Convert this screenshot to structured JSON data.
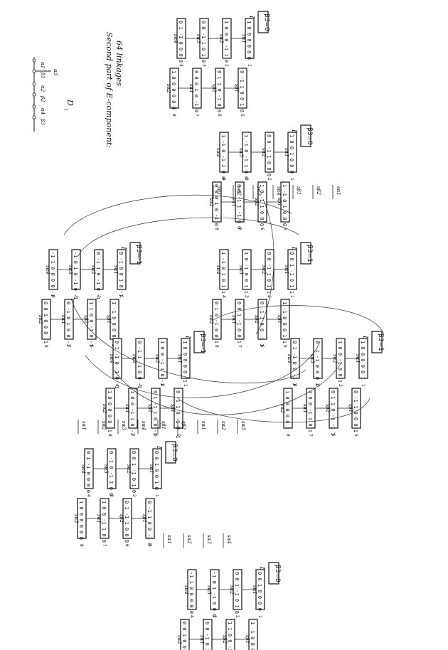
{
  "caption": {
    "line1": "Second part of E-component:",
    "line2": "64 linkages"
  },
  "dynkin": {
    "title": "D",
    "sub": "7",
    "labels": [
      "α1",
      "β1",
      "α2",
      "β2",
      "α4",
      "β3",
      "α3"
    ]
  },
  "blocks": [
    {
      "id": "L23-0",
      "title": "L",
      "beta": "β3=0",
      "vectors": [
        {
          "n": "1",
          "v": "1 0 0 0 0 0 0"
        },
        {
          "n": "2",
          "v": "1 0 0 0 -1 1 0"
        },
        {
          "n": "3",
          "v": "0 0 -1 1 0 1 0"
        },
        {
          "n": "4",
          "v": "0 1 -1 0 0 0 0"
        },
        {
          "n": "5",
          "v": "0 -1 1 0 0 1 0"
        },
        {
          "n": "6",
          "v": "0 1 1 0 -1 0 0"
        },
        {
          "n": "7",
          "v": "0 0 0 1 0 -1 0"
        },
        {
          "n": "8",
          "v": "1 0 0 0 0 0 0"
        }
      ]
    },
    {
      "id": "L12-0",
      "title": "L",
      "beta": "β3=0",
      "vectors": [
        {
          "n": "1",
          "v": "1 0 0 1 0 0 0"
        },
        {
          "n": "2",
          "v": "0 0 -1 1 0 0 0"
        },
        {
          "n": "3",
          "v": "1 -1 0 -1 1 0 0"
        },
        {
          "n": "4",
          "v": "1 -1 0 -1 1 0 0"
        },
        {
          "n": "5",
          "v": "1 -1 0 1 0 0 0"
        },
        {
          "n": "6",
          "v": "1 0 -1 1 0 0 0"
        },
        {
          "n": "7",
          "v": "0 0 -1 1 -1 0 0"
        },
        {
          "n": "8",
          "v": "0 0 0 1 0 -1 0"
        }
      ]
    },
    {
      "id": "L12-1",
      "title": "L",
      "beta": "β3=1",
      "vectors": [
        {
          "n": "1",
          "v": "0 0 1 -1 0 1 1"
        },
        {
          "n": "2",
          "v": "0 0 -1 1 0 1 1"
        },
        {
          "n": "3",
          "v": "1 0 -1 0 0 1 1"
        },
        {
          "n": "4",
          "v": "1 -1 0 1 0 1 1"
        },
        {
          "n": "5",
          "v": "1 -1 0 0 0 1 1"
        },
        {
          "n": "6",
          "v": "0 -1 1 0 0 -1 1"
        },
        {
          "n": "7",
          "v": "0 0 1 -1 0 0 1"
        },
        {
          "n": "8",
          "v": "0 1 0 -1 0 0 1"
        }
      ]
    },
    {
      "id": "L12-m1",
      "title": "L",
      "beta": "β3=-1",
      "vectors": [
        {
          "n": "1",
          "v": "0 -1 0 0 1 0 -1"
        },
        {
          "n": "2",
          "v": "0 -1 1 0 -1 0 -1"
        },
        {
          "n": "3",
          "v": "-1 0 1 0 -1 0 -1"
        },
        {
          "n": "4",
          "v": "-1 1 0 0 0 0 -1"
        },
        {
          "n": "5",
          "v": "1 -1 0 0 0 0 -1"
        },
        {
          "n": "6",
          "v": "1 1 0 0 -1 0 -1"
        },
        {
          "n": "7",
          "v": "0 -1 0 1 0 0 -1"
        },
        {
          "n": "8",
          "v": "0 0 1 0 0 0 -1"
        }
      ]
    },
    {
      "id": "L23-1",
      "title": "L",
      "beta": "β3=1",
      "vectors": [
        {
          "n": "1",
          "v": "1 0 0 0 0 0 1"
        },
        {
          "n": "2",
          "v": "1 0 0 -1 0 0 1"
        },
        {
          "n": "3",
          "v": "0 -1 -1 0 0 0 1"
        },
        {
          "n": "4",
          "v": "0 1 -1 0 0 -1 1"
        },
        {
          "n": "5",
          "v": "0 -1 1 0 0 0 1"
        },
        {
          "n": "6",
          "v": "0 1 1 0 -1 -1 1"
        },
        {
          "n": "7",
          "v": "1 0 0 -1 1 0 1"
        },
        {
          "n": "8",
          "v": "1 0 0 0 0 0 1"
        }
      ]
    },
    {
      "id": "L23-m1",
      "title": "L",
      "beta": "β3=-1",
      "vectors": [
        {
          "n": "1",
          "v": "1 0 0 0 0 0 -1"
        },
        {
          "n": "2",
          "v": "1 0 0 -1 1 0 -1"
        },
        {
          "n": "3",
          "v": "0 -1 1 -1 0 0 -1"
        },
        {
          "n": "4",
          "v": "0 1 -1 0 -1 0 -1"
        },
        {
          "n": "5",
          "v": "0 -1 1 0 -1 0 -1"
        },
        {
          "n": "6",
          "v": "0 1 -1 1 0 0 -1"
        },
        {
          "n": "7",
          "v": "1 0 0 -1 1 0 -1"
        },
        {
          "n": "8",
          "v": "1 0 0 0 0 0 -1"
        }
      ]
    },
    {
      "id": "L23-0b",
      "title": "L",
      "beta": "β3=0",
      "vectors": [
        {
          "n": "1",
          "v": "0 0 1 0 0 1 0"
        },
        {
          "n": "2",
          "v": "0 0 1 -1 0 1 0"
        },
        {
          "n": "3",
          "v": "0 -1 0 -1 1 0 0"
        },
        {
          "n": "4",
          "v": "0 1 -1 0 0 0 0"
        },
        {
          "n": "5",
          "v": "0 -1 1 0 0 -1 0"
        },
        {
          "n": "6",
          "v": "0 1 -1 1 0 0 0"
        },
        {
          "n": "7",
          "v": "1 0 0 -1 1 0 0"
        },
        {
          "n": "8",
          "v": "1 0 0 0 0 0 0"
        }
      ]
    },
    {
      "id": "L12-0b",
      "title": "L",
      "beta": "β3=0",
      "vectors": [
        {
          "n": "1",
          "v": "0 0 1 0 0 0 0"
        },
        {
          "n": "2",
          "v": "0 0 1 -1 0 1 0"
        },
        {
          "n": "3",
          "v": "-1 0 1 -1 0 0 0"
        },
        {
          "n": "4",
          "v": "-1 1 0 0 0 0 0"
        },
        {
          "n": "5",
          "v": "1 -1 0 0 0 0 0"
        },
        {
          "n": "6",
          "v": "1 1 0 0 -1 0 0"
        },
        {
          "n": "7",
          "v": "0 0 -1 0 1 0 0"
        },
        {
          "n": "8",
          "v": "0 0 1 0 0 -1 0"
        }
      ]
    }
  ],
  "ops": [
    "s",
    "α1",
    "α2",
    "α3",
    "α4",
    "β1",
    "β2"
  ]
}
